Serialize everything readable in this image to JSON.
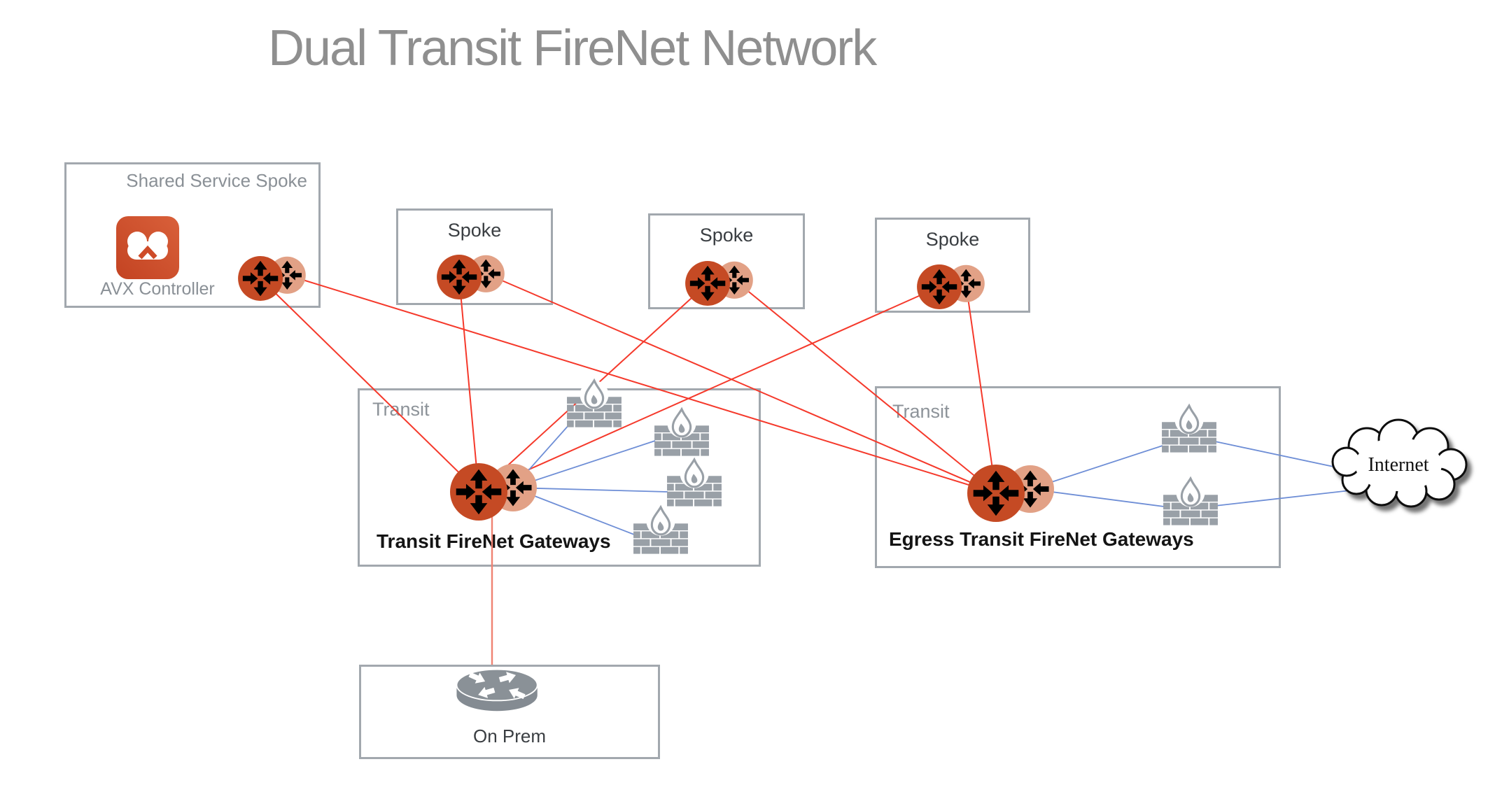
{
  "title": "Dual Transit FireNet Network",
  "boxes": {
    "shared_service": {
      "label": "Shared Service Spoke",
      "controller_label": "AVX Controller"
    },
    "spokes": [
      {
        "label": "Spoke"
      },
      {
        "label": "Spoke"
      },
      {
        "label": "Spoke"
      }
    ],
    "transit_left": {
      "zone_label": "Transit",
      "gateway_label": "Transit FireNet Gateways"
    },
    "transit_right": {
      "zone_label": "Transit",
      "gateway_label": "Egress Transit FireNet Gateways"
    },
    "on_prem": {
      "label": "On Prem"
    },
    "internet": {
      "label": "Internet"
    }
  },
  "icons": {
    "controller": "avx-controller-icon",
    "gateway": "aviatrix-gateway-icon",
    "firewall": "firewall-icon",
    "router": "on-prem-router-icon",
    "cloud": "internet-cloud-icon"
  },
  "colors": {
    "gateway_front": "#C54A24",
    "gateway_back": "#E2A186",
    "avx_orange": "#CE4B28",
    "edge_red": "#F5392B",
    "edge_red_light": "#F08272",
    "edge_blue": "#6E8ED6",
    "box_border": "#A2A8AE",
    "icon_gray": "#99A0A7",
    "label_gray": "#8A9096",
    "label_dark": "#3A3E42",
    "title_gray": "#8F8F8F"
  },
  "connections": {
    "red_peering": [
      {
        "from": "shared-service-gateway",
        "to": "transit-firenet-gateways"
      },
      {
        "from": "shared-service-gateway",
        "to": "egress-transit-firenet-gateways"
      },
      {
        "from": "spoke-1-gateway",
        "to": "transit-firenet-gateways"
      },
      {
        "from": "spoke-1-gateway",
        "to": "egress-transit-firenet-gateways"
      },
      {
        "from": "spoke-2-gateway",
        "to": "transit-firenet-gateways"
      },
      {
        "from": "spoke-2-gateway",
        "to": "egress-transit-firenet-gateways"
      },
      {
        "from": "spoke-3-gateway",
        "to": "transit-firenet-gateways"
      },
      {
        "from": "spoke-3-gateway",
        "to": "egress-transit-firenet-gateways"
      },
      {
        "from": "transit-firenet-gateways",
        "to": "on-prem"
      }
    ],
    "blue_inspection": [
      {
        "from": "transit-firenet-gateways",
        "to": "firewall-1"
      },
      {
        "from": "transit-firenet-gateways",
        "to": "firewall-2"
      },
      {
        "from": "transit-firenet-gateways",
        "to": "firewall-3"
      },
      {
        "from": "transit-firenet-gateways",
        "to": "firewall-4"
      },
      {
        "from": "egress-transit-firenet-gateways",
        "to": "egress-firewall-1"
      },
      {
        "from": "egress-transit-firenet-gateways",
        "to": "egress-firewall-2"
      },
      {
        "from": "egress-firewall-1",
        "to": "internet"
      },
      {
        "from": "egress-firewall-2",
        "to": "internet"
      }
    ]
  }
}
